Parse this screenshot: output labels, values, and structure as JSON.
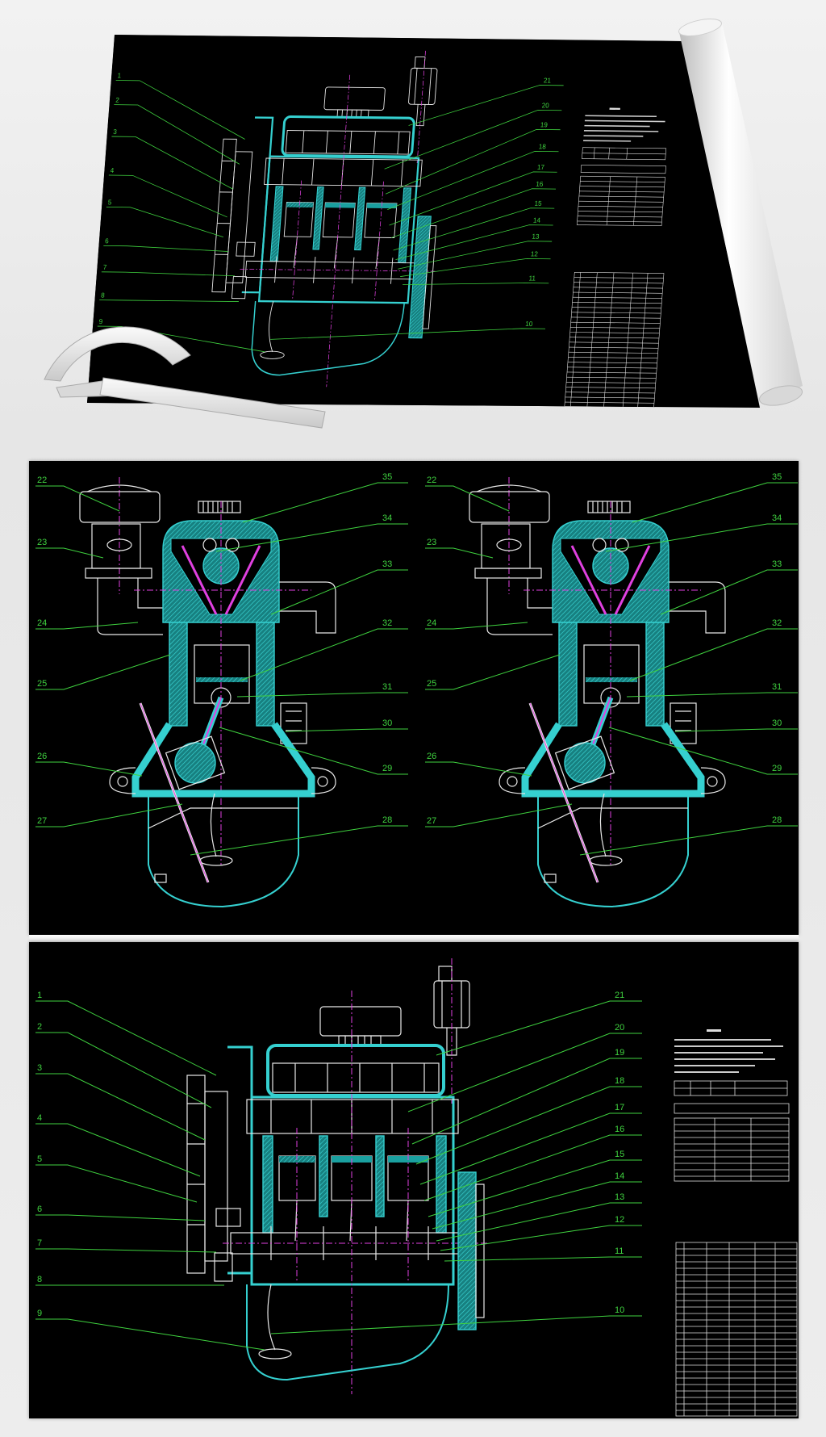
{
  "scene": {
    "background_color": "#e9e9e9",
    "drawing_background": "#000000",
    "line_colors": {
      "section": "#35d0d0",
      "outline": "#e8e8e8",
      "centerline": "#e040e0",
      "leader": "#3fd23f"
    }
  },
  "panel_side_view": {
    "labels_left": [
      "22",
      "23",
      "24",
      "25",
      "26",
      "27"
    ],
    "labels_right": [
      "35",
      "34",
      "33",
      "32",
      "31",
      "30",
      "29",
      "28"
    ]
  },
  "panel_front_view": {
    "labels_left": [
      "1",
      "2",
      "3",
      "4",
      "5",
      "6",
      "7",
      "8",
      "9"
    ],
    "labels_right": [
      "21",
      "20",
      "19",
      "18",
      "17",
      "16",
      "15",
      "14",
      "13",
      "12",
      "11",
      "10"
    ]
  }
}
